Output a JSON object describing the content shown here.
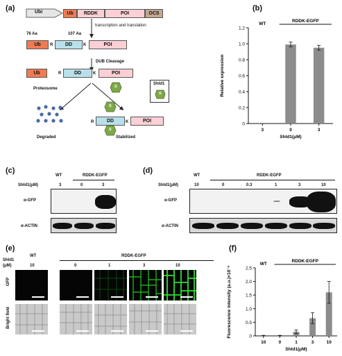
{
  "panel_labels": {
    "a": "(a)",
    "b": "(b)",
    "c": "(c)",
    "d": "(d)",
    "e": "(e)",
    "f": "(f)"
  },
  "panel_a": {
    "construct": {
      "promoter": "Ubi",
      "ub": "Ub",
      "rddk": "RDDK",
      "poi": "POI",
      "ocs": "OCS"
    },
    "step1": "transcription and translation",
    "aa76": "76 Aa",
    "aa107": "107 Aa",
    "protein": {
      "ub": "Ub",
      "r": "R",
      "dd": "DD",
      "k": "K",
      "poi": "POI"
    },
    "step2": "DUB  Cleavage",
    "cleaved": {
      "ub": "Ub",
      "r": "R",
      "dd": "DD",
      "k": "K",
      "poi": "POI"
    },
    "proteosome": "Proteosome",
    "s": "S",
    "shld1": "Shld1",
    "degraded": "Degraded",
    "stabilized": "Stabilized"
  },
  "panel_c": {
    "wt": "WT",
    "group": "RDDK-EGFP",
    "shld1_label": "Shld1(μM)",
    "conc": [
      "3",
      "0",
      "3"
    ],
    "row1": "α-GFP",
    "row2": "α-ACTIN"
  },
  "panel_d": {
    "wt": "WT",
    "group": "RDDK-EGFP",
    "shld1_label": "Shld1(μM)",
    "conc": [
      "10",
      "0",
      "0.3",
      "1",
      "3",
      "10"
    ],
    "row1": "α-GFP",
    "row2": "α-ACTIN"
  },
  "panel_e": {
    "wt": "WT",
    "group": "RDDK-EGFP",
    "shld1_label": "Shld1",
    "unit": "(μM)",
    "conc": [
      "10",
      "0",
      "1",
      "3",
      "10"
    ],
    "row_gfp": "GFP",
    "row_bf": "Bright field",
    "colors": {
      "gfp": "#1ecb1e"
    }
  },
  "chart_data": [
    {
      "type": "bar",
      "panel": "b",
      "categories": [
        "3",
        "0",
        "3"
      ],
      "values": [
        0.0,
        0.99,
        0.95
      ],
      "errors": [
        0.0,
        0.03,
        0.03
      ],
      "group_labels": {
        "wt": "WT",
        "treated": "RDDK-EGFP"
      },
      "xlabel": "Shld1(μM)",
      "ylabel": "Relative expression",
      "ylim": [
        0,
        1.2
      ],
      "yticks": [
        "0",
        "0.2",
        "0.4",
        "0.6",
        "0.8",
        "1.0",
        "1.2"
      ],
      "bar_color": "#8c8c8c"
    },
    {
      "type": "bar",
      "panel": "f",
      "categories": [
        "10",
        "0",
        "1",
        "3",
        "10"
      ],
      "values": [
        0.0,
        0.0,
        0.15,
        0.65,
        1.6
      ],
      "errors": [
        0.02,
        0.02,
        0.07,
        0.2,
        0.4
      ],
      "group_labels": {
        "wt": "WT",
        "treated": "RDDK-EGFP"
      },
      "xlabel": "Shld1(μM)",
      "ylabel": "Fluorescence intensity (a.u.)×10⁻⁶",
      "ylim": [
        0,
        2.5
      ],
      "yticks": [
        "0",
        "0.5",
        "1.0",
        "1.5",
        "2.0",
        "2.5"
      ],
      "bar_color": "#8c8c8c"
    }
  ]
}
